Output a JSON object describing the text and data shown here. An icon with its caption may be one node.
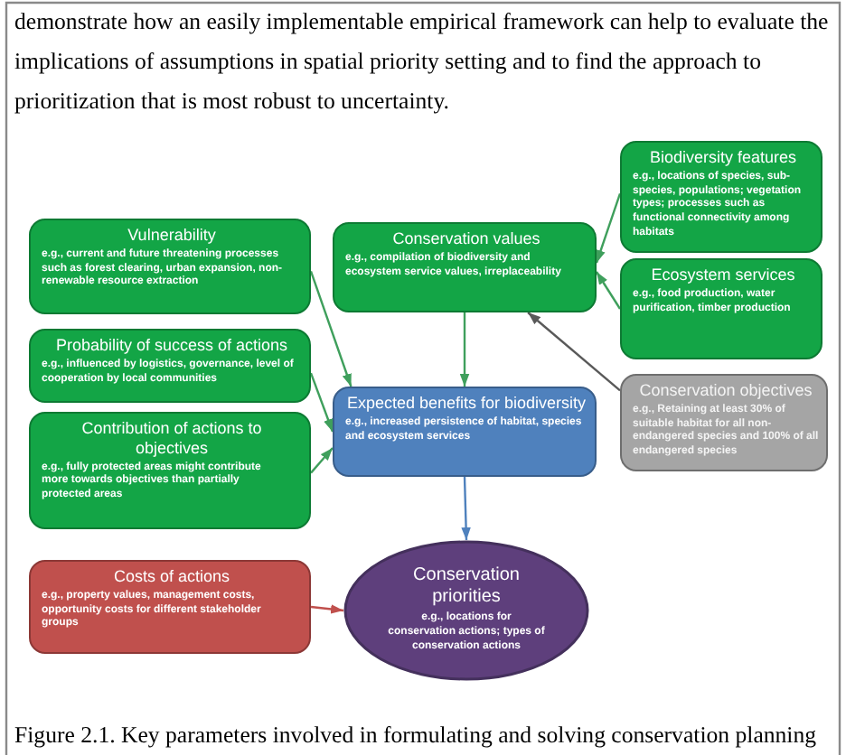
{
  "diagram": {
    "caption": "Figure 2.1. Key parameters involved in formulating and solving conservation planning",
    "nodes": [
      {
        "text": [
          "Biodiversity features",
          "e.g., locations of species, sub-species, populations; vegetation types; processes such as functional connectivity among habitats"
        ]
      },
      {
        "text": [
          "Vulnerability",
          "e.g., current and future threatening processes such as forest clearing, urban expansion, non-renewable resource extraction"
        ]
      },
      {
        "text": [
          "Conservation values",
          "e.g., compilation of biodiversity and ecosystem service values, irreplaceability"
        ]
      },
      {
        "text": [
          "Ecosystem services",
          "e.g., food production, water purification, timber production"
        ]
      },
      {
        "text": [
          "Probability of success of actions",
          "e.g., influenced by logistics, governance, level of cooperation by local communities"
        ]
      },
      {
        "text": [
          "Expected benefits for biodiversity",
          "e.g., increased persistence of habitat, species and ecosystem services"
        ]
      },
      {
        "text": [
          "Conservation objectives",
          "e.g., Retaining at least 30% of suitable habitat for all non-endangered species and 100% of all endangered species"
        ]
      },
      {
        "text": [
          "Contribution of actions to objectives",
          "e.g., fully protected areas might contribute more towards objectives than partially protected areas"
        ]
      },
      {
        "text": [
          "Costs of actions",
          "e.g., property values, management costs, opportunity costs for different stakeholder groups"
        ]
      },
      {
        "text": [
          "Conservation priorities",
          "e.g., locations for conservation actions; types of conservation actions"
        ]
      }
    ],
    "edges": [
      {
        "from": 0,
        "to": 2,
        "arrow": "to"
      },
      {
        "from": 3,
        "to": 2,
        "arrow": "to"
      },
      {
        "from": 6,
        "to": 2,
        "arrow": "to",
        "color": "#595959"
      },
      {
        "from": 2,
        "to": 5,
        "arrow": "to"
      },
      {
        "from": 1,
        "to": 5,
        "arrow": "to"
      },
      {
        "from": 4,
        "to": 5,
        "arrow": "to"
      },
      {
        "from": 7,
        "to": 5,
        "arrow": "to"
      },
      {
        "from": 5,
        "to": 9,
        "arrow": "to",
        "color": "#4f81bd"
      },
      {
        "from": 8,
        "to": 9,
        "arrow": "to",
        "color": "#c0504d"
      }
    ],
    "labels": [
      "demonstrate how an easily implementable empirical framework can help to evaluate the implications of assumptions in spatial priority setting and to find the approach to prioritization that is most robust to uncertainty."
    ]
  }
}
